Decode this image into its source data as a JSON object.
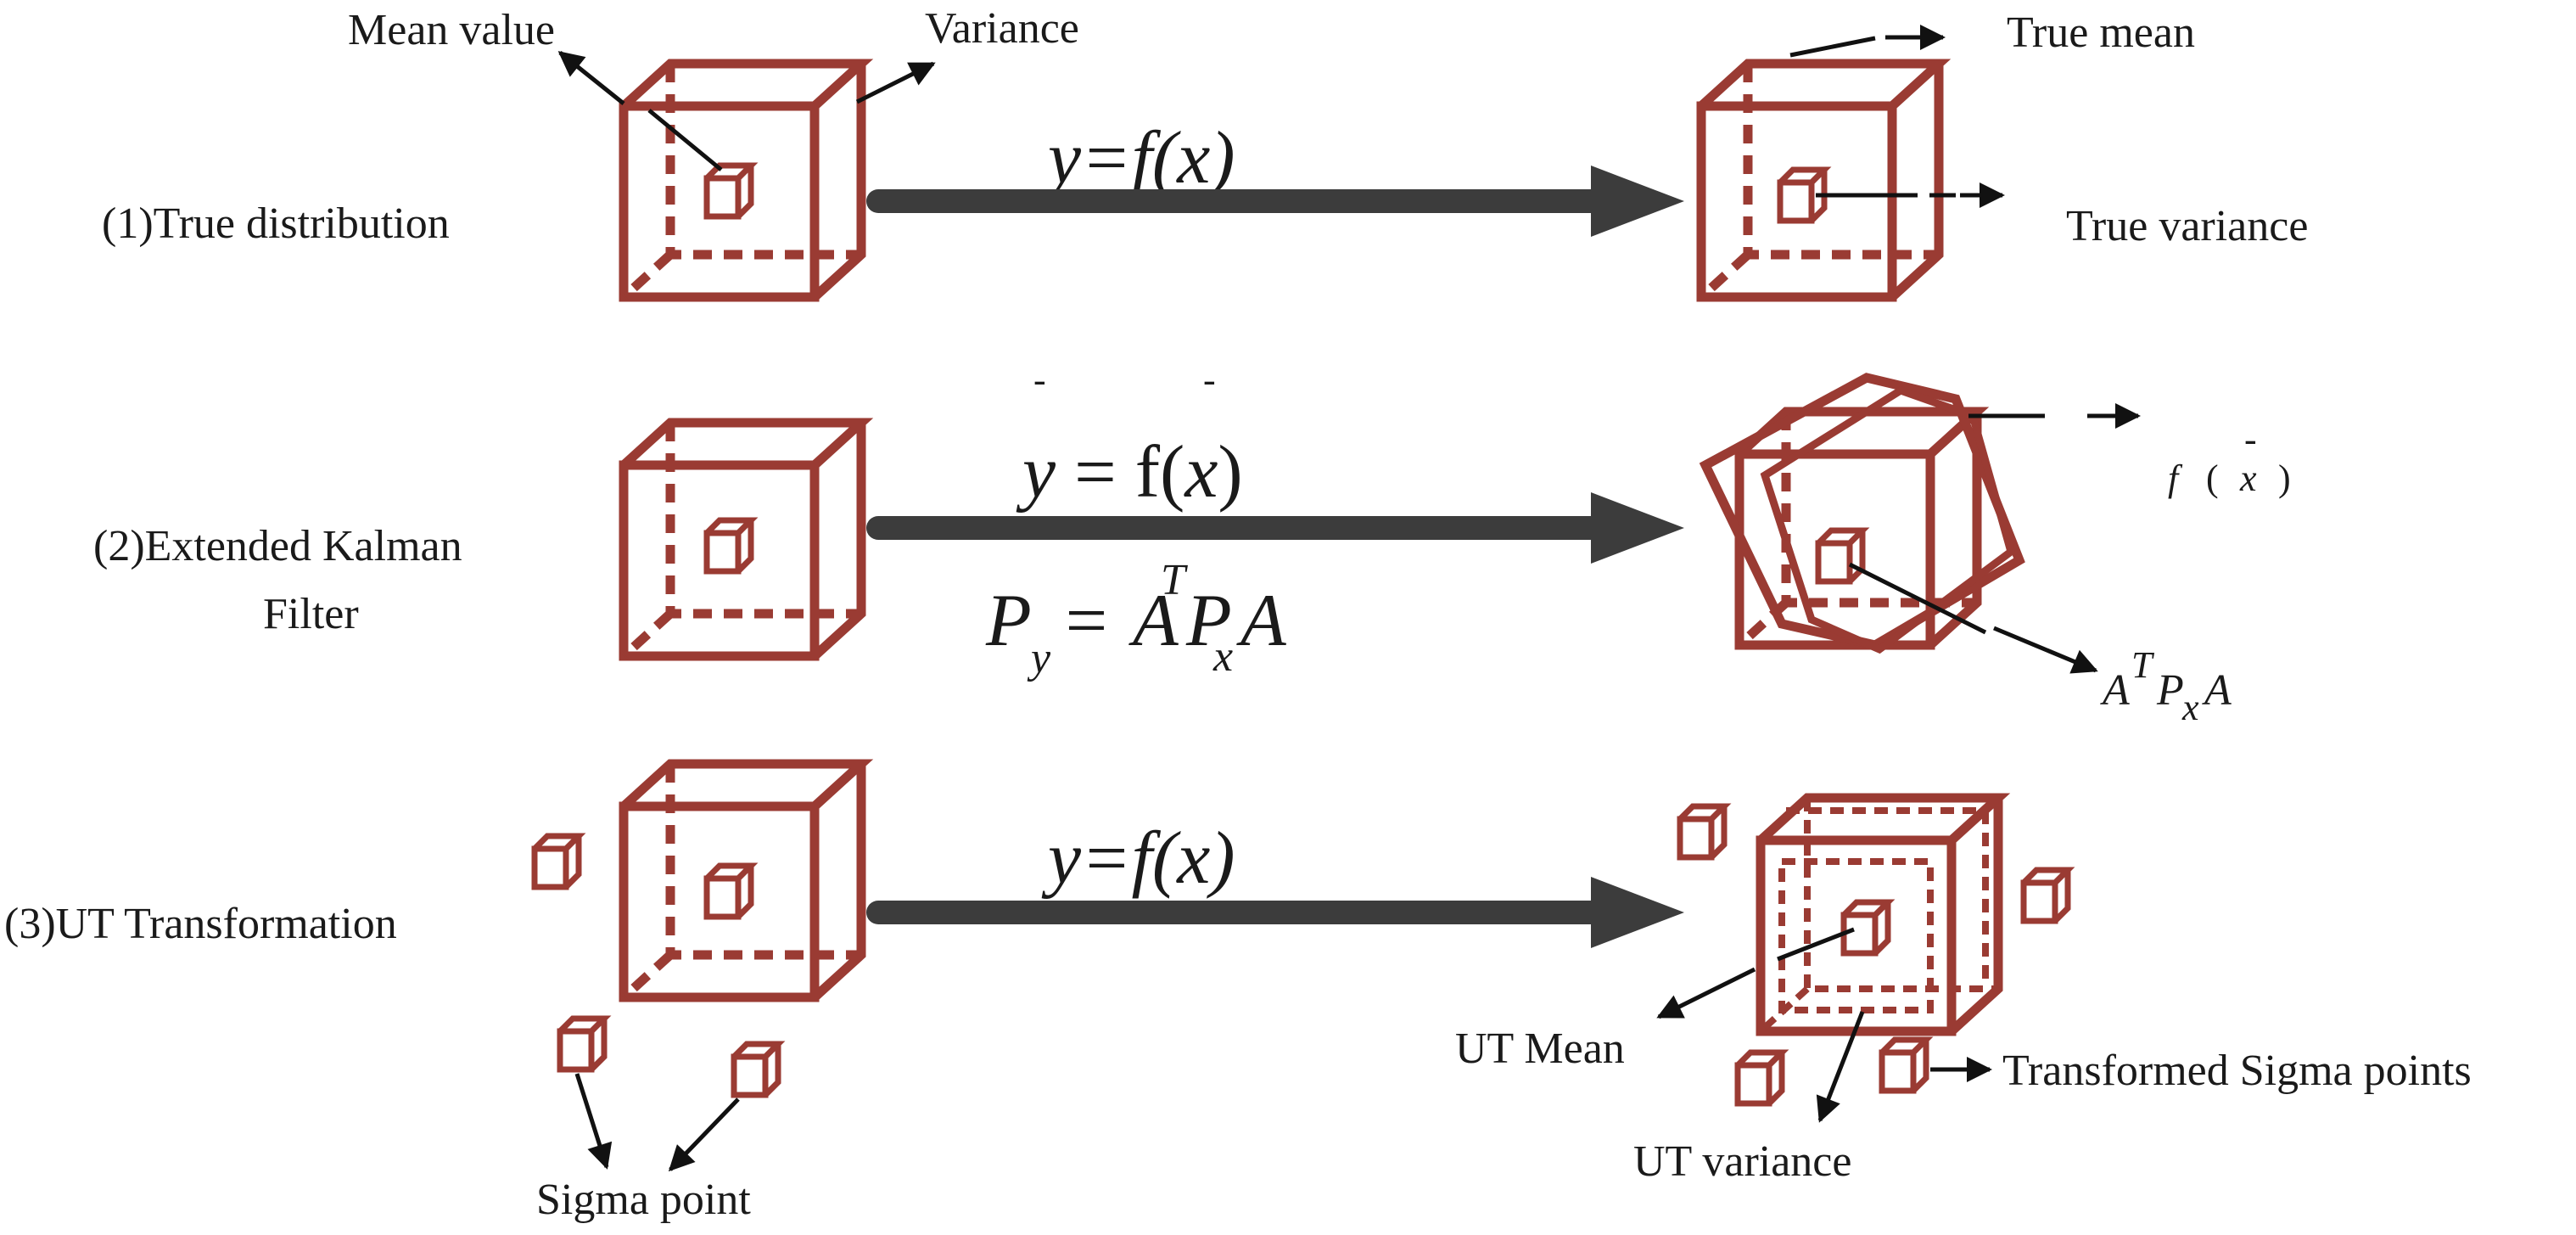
{
  "colors": {
    "cube": "#9a3b33",
    "arrow": "#3c3c3c",
    "line": "#111111"
  },
  "rows": [
    {
      "label_lines": [
        "(1)True distribution"
      ],
      "equation": "y=f(x)",
      "callouts": {
        "mean_value": "Mean value",
        "variance": "Variance",
        "true_mean": "True mean",
        "true_variance": "True variance"
      }
    },
    {
      "label_lines": [
        "(2)Extended Kalman",
        "Filter"
      ],
      "equation_top": {
        "lhs": "y",
        "mid": " = f(",
        "x": "x",
        "close": ")",
        "bar": "-"
      },
      "equation_bottom": {
        "P": "P",
        "sub_y": "y",
        "eq": "=",
        "A1": "A",
        "sup_T": "T",
        "P2": "P",
        "sub_x": "x",
        "A2": "A"
      },
      "callouts": {
        "fx_f": "f",
        "fx_open": "(",
        "fx_x": "x",
        "fx_close": ")",
        "fx_bar": "-",
        "cov_A": "A",
        "cov_T": "T",
        "cov_P": "P",
        "cov_x": "x",
        "cov_A2": "A"
      }
    },
    {
      "label_lines": [
        "(3)UT Transformation"
      ],
      "equation": "y=f(x)",
      "callouts": {
        "sigma_point": "Sigma point",
        "ut_mean": "UT Mean",
        "ut_variance": "UT variance",
        "transformed_sigma": "Transformed Sigma points"
      }
    }
  ]
}
